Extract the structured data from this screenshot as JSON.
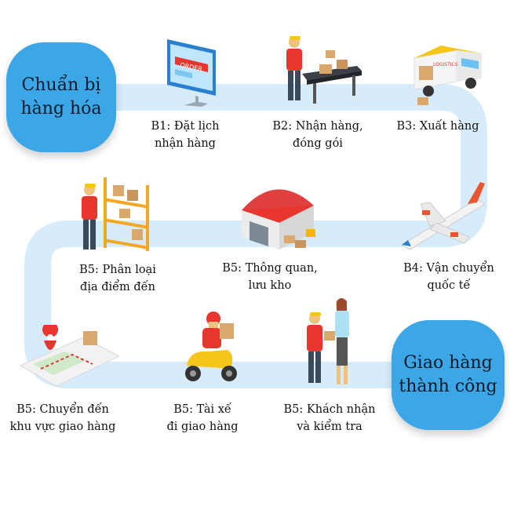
{
  "start_node": {
    "line1": "Chuẩn bị",
    "line2": "hàng hóa"
  },
  "end_node": {
    "line1": "Giao hàng",
    "line2": "thành công"
  },
  "steps": [
    {
      "line1": "B1: Đặt lịch",
      "line2": "nhận hàng",
      "icon": "computer-order-icon"
    },
    {
      "line1": "B2: Nhận hàng,",
      "line2": "đóng gói",
      "icon": "conveyor-packing-icon"
    },
    {
      "line1": "B3: Xuất hàng",
      "line2": "",
      "icon": "delivery-truck-icon"
    },
    {
      "line1": "B4: Vận chuyển",
      "line2": "quốc tế",
      "icon": "airplane-icon"
    },
    {
      "line1": "B5: Thông quan,",
      "line2": "lưu kho",
      "icon": "warehouse-icon"
    },
    {
      "line1": "B5: Phân loại",
      "line2": "địa điểm đến",
      "icon": "shelf-sorting-icon"
    },
    {
      "line1": "B5: Chuyển đến",
      "line2": "khu vực giao hàng",
      "icon": "map-pin-icon"
    },
    {
      "line1": "B5: Tài xế",
      "line2": "đi giao hàng",
      "icon": "delivery-scooter-icon"
    },
    {
      "line1": "B5: Khách nhận",
      "line2": "và kiểm tra",
      "icon": "customer-handover-icon"
    }
  ],
  "illustration_text": {
    "order": "ORDER",
    "logistics": "LOGISTICS"
  },
  "colors": {
    "node": "#3ba7e6",
    "path": "#d6ecfb",
    "accent": "#e8352e",
    "box": "#d9a86c"
  }
}
